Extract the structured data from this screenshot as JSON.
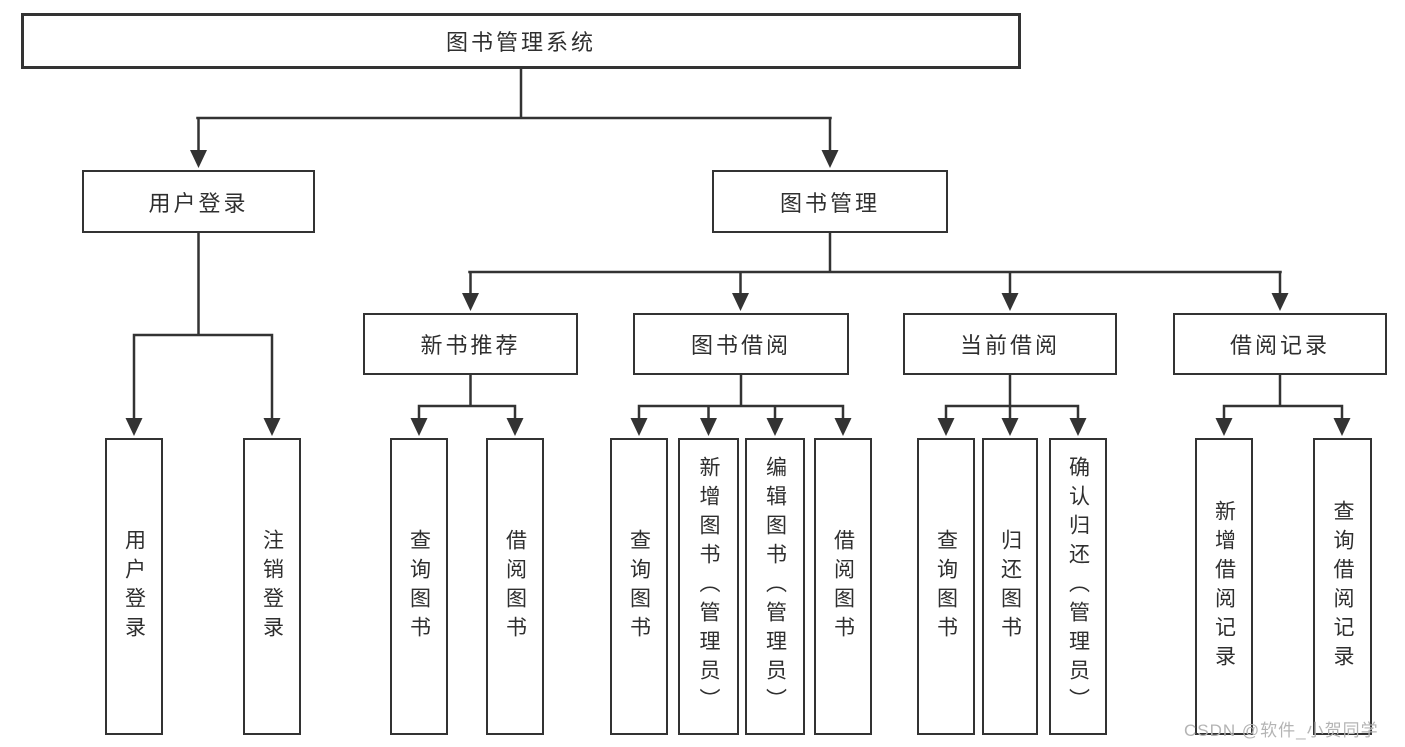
{
  "diagram": {
    "title": "图书管理系统",
    "root": {
      "label": "图书管理系统"
    },
    "branches": [
      {
        "label": "用户登录",
        "children": [
          {
            "label": "用户登录"
          },
          {
            "label": "注销登录"
          }
        ]
      },
      {
        "label": "图书管理",
        "children": [
          {
            "label": "新书推荐",
            "children": [
              {
                "label": "查询图书"
              },
              {
                "label": "借阅图书"
              }
            ]
          },
          {
            "label": "图书借阅",
            "children": [
              {
                "label": "查询图书"
              },
              {
                "label": "新增图书（管理员）"
              },
              {
                "label": "编辑图书（管理员）"
              },
              {
                "label": "借阅图书"
              }
            ]
          },
          {
            "label": "当前借阅",
            "children": [
              {
                "label": "查询图书"
              },
              {
                "label": "归还图书"
              },
              {
                "label": "确认归还（管理员）"
              }
            ]
          },
          {
            "label": "借阅记录",
            "children": [
              {
                "label": "新增借阅记录"
              },
              {
                "label": "查询借阅记录"
              }
            ]
          }
        ]
      }
    ]
  },
  "watermark": {
    "text": "CSDN @软件_小贺同学"
  },
  "colors": {
    "line": "#333333",
    "box_border": "#333333",
    "text": "#2f2f2f",
    "watermark": "#b4b4b4",
    "background": "#ffffff"
  }
}
